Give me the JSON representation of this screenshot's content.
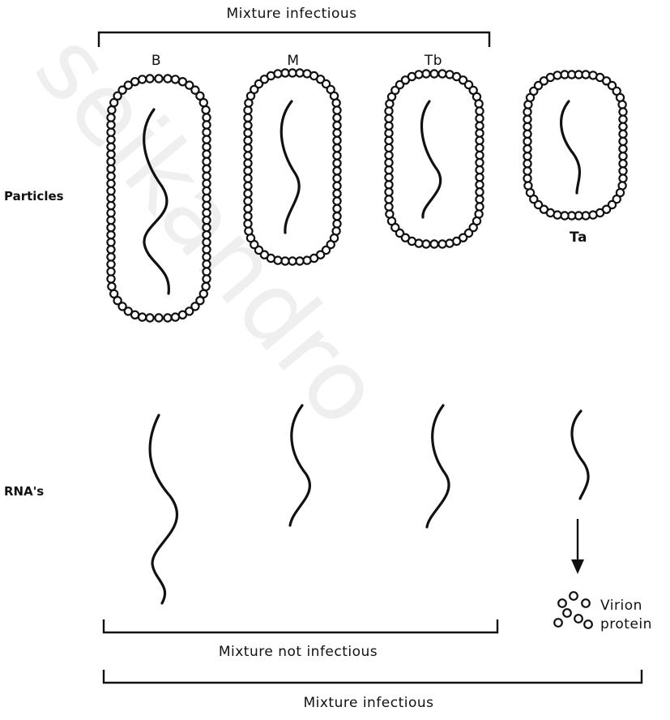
{
  "watermark": "seikandro",
  "top_bracket_label": "Mixture infectious",
  "row_labels": {
    "particles": "Particles",
    "rnas": "RNA's"
  },
  "particles": [
    {
      "id": "B",
      "label": "B"
    },
    {
      "id": "M",
      "label": "M"
    },
    {
      "id": "Tb",
      "label": "Tb"
    },
    {
      "id": "Ta",
      "label": "Ta"
    }
  ],
  "virion_protein": {
    "line1": "Virion",
    "line2": "protein"
  },
  "middle_bracket_label": "Mixture not infectious",
  "bottom_bracket_label": "Mixture infectious"
}
